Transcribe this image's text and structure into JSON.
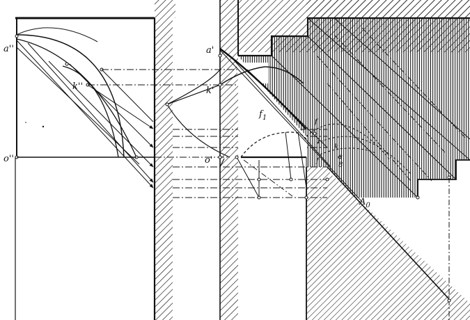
{
  "figure": {
    "labels": {
      "a_side": "a''",
      "k_side": "k''",
      "o_side": "o''",
      "a_front": "a'",
      "k_front": "k'",
      "o_front": "o'",
      "f1": "f",
      "f1_sub": "1",
      "A0": "A",
      "A0_sub": "0",
      "small_f": "f",
      "small_l": "l",
      "small_k": "k",
      "small_ke": "e",
      "small_f2": "f",
      "small_8": "8"
    }
  }
}
